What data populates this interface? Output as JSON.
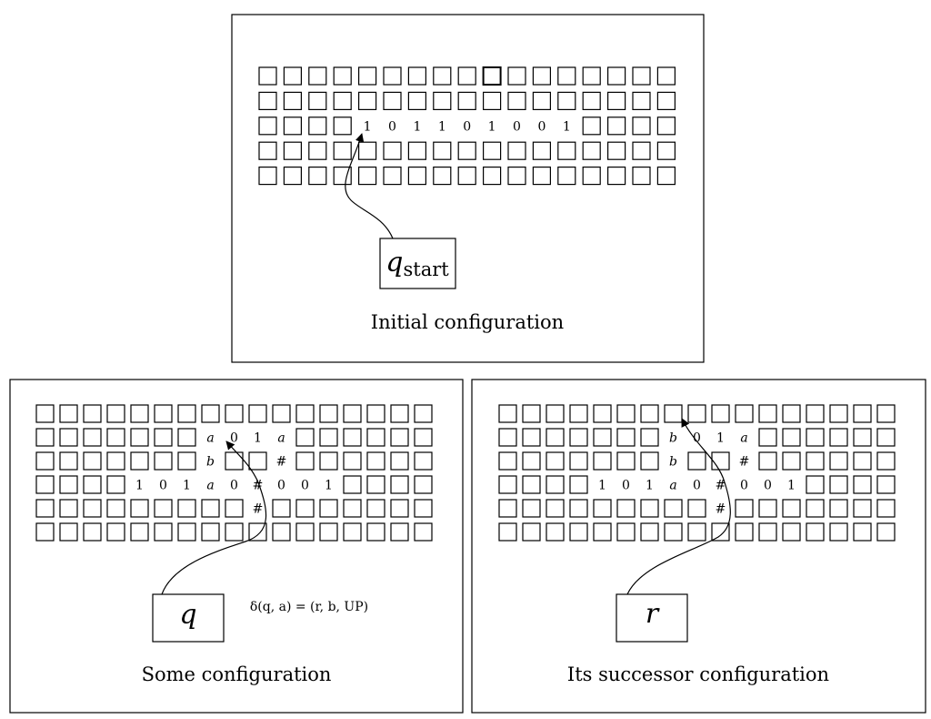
{
  "panels": [
    {
      "id": "initial",
      "caption": "Initial configuration",
      "state_label": "q",
      "state_subscript": "start",
      "transition": "",
      "rows": [
        "~~~~~~~~~~~~~~~~~",
        "~~~~~~~~~~~~~~~~~",
        "~~~~101101001~~~~",
        "~~~~~~~~~~~~~~~~~",
        "~~~~~~~~~~~~~~~~~"
      ],
      "head_row": 2,
      "head_col": 4,
      "highlight": [
        0,
        9
      ]
    },
    {
      "id": "some",
      "caption": "Some configuration",
      "state_label": "q",
      "state_subscript": "",
      "transition": "δ(q, a) = (r, b, UP)",
      "rows": [
        "~~~~~~~~~~~~~~~~~",
        "~~~~~~~a01a~~~~~~",
        "~~~~~~~b~~#~~~~~~",
        "~~~~101a0#001~~~~",
        "~~~~~~~~~#~~~~~~~",
        "~~~~~~~~~~~~~~~~~"
      ],
      "head_row": 1,
      "head_col": 7,
      "highlight": null
    },
    {
      "id": "successor",
      "caption": "Its successor configuration",
      "state_label": "r",
      "state_subscript": "",
      "transition": "",
      "rows": [
        "~~~~~~~~~~~~~~~~~",
        "~~~~~~~b01a~~~~~~",
        "~~~~~~~b~~#~~~~~~",
        "~~~~101a0#001~~~~",
        "~~~~~~~~~#~~~~~~~",
        "~~~~~~~~~~~~~~~~~"
      ],
      "head_row": 0,
      "head_col": 7,
      "highlight": null
    }
  ]
}
